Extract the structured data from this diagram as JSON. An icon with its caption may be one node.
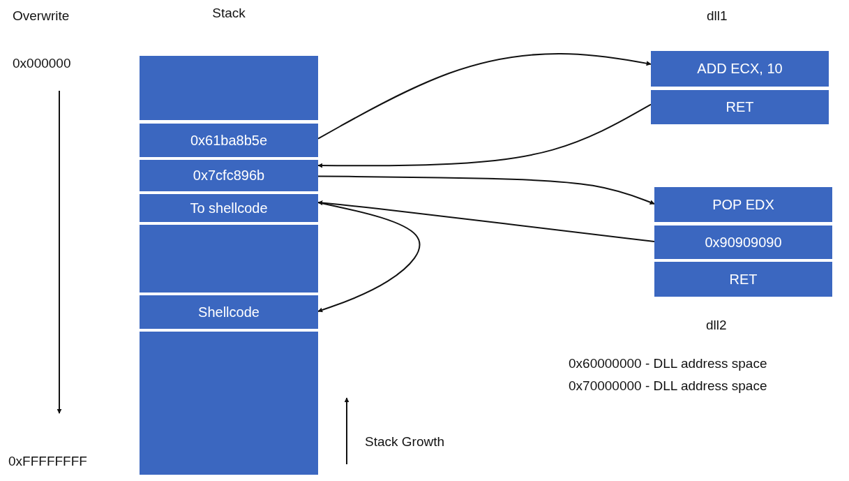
{
  "diagram": {
    "nodes": [
      {
        "text": [
          "Stack"
        ]
      },
      {
        "text": [],
        "shape": "bar",
        "in": 0
      },
      {
        "text": [
          "0x61ba8b5e"
        ],
        "in": 0
      },
      {
        "text": [
          "0x7cfc896b"
        ],
        "in": 0
      },
      {
        "text": [
          "To shellcode"
        ],
        "in": 0
      },
      {
        "text": [],
        "shape": "bar",
        "in": 0
      },
      {
        "text": [
          "Shellcode"
        ],
        "in": 0
      },
      {
        "text": [],
        "shape": "bar",
        "in": 0
      },
      {
        "text": [
          "ADD ECX, 10"
        ]
      },
      {
        "text": [
          "RET"
        ]
      },
      {
        "text": [
          "POP EDX"
        ]
      },
      {
        "text": [
          "0x90909090"
        ]
      },
      {
        "text": [
          "RET"
        ]
      }
    ],
    "edges": [
      {
        "from": 2,
        "to": 8,
        "arrow": "to"
      },
      {
        "from": 9,
        "to": 3,
        "arrow": "to"
      },
      {
        "from": 3,
        "to": 10,
        "arrow": "to"
      },
      {
        "from": 11,
        "to": 4,
        "arrow": "to"
      },
      {
        "from": 4,
        "to": 6,
        "arrow": "to"
      }
    ],
    "labels": [
      "Overwrite",
      "dll1",
      "0x000000",
      "dll2",
      "0x60000000 - DLL address space",
      "0x70000000 - DLL address space",
      "Stack Growth",
      "0xFFFFFFFF"
    ]
  }
}
